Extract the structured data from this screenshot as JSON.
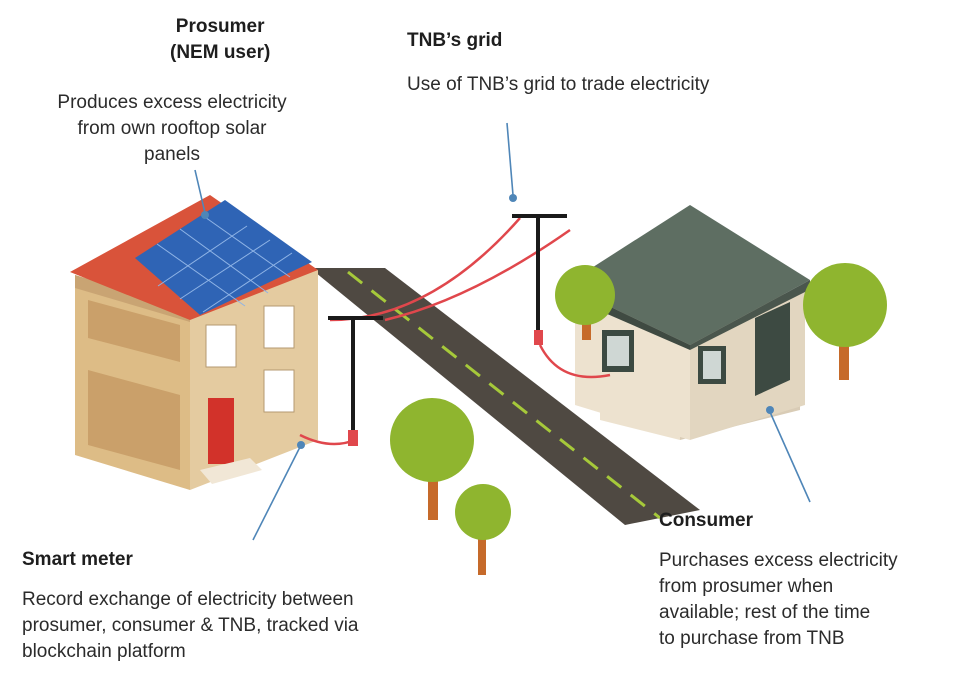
{
  "colors": {
    "connector": "#4f86b8",
    "wire": "#e0474c",
    "solar": "#2f64b5",
    "road": "#4f4942",
    "road_dash": "#a6c93a",
    "tree_crown": "#8fb52f",
    "trunk": "#c66a2a",
    "prosumer_wall": "#ddbc86",
    "consumer_roof": "#5e6e62",
    "consumer_wall": "#ede2cf"
  },
  "labels": {
    "prosumer": {
      "title_line1": "Prosumer",
      "title_line2": "(NEM user)",
      "text": "Produces excess electricity\nfrom own rooftop solar\npanels"
    },
    "grid": {
      "title": "TNB’s grid",
      "text": "Use of TNB’s grid to trade electricity"
    },
    "smart_meter": {
      "title": "Smart meter",
      "text": "Record exchange of electricity between\nprosumer, consumer & TNB, tracked via\nblockchain platform"
    },
    "consumer": {
      "title": "Consumer",
      "text": "Purchases excess electricity\nfrom prosumer when\navailable; rest of the time\nto purchase from TNB"
    }
  }
}
